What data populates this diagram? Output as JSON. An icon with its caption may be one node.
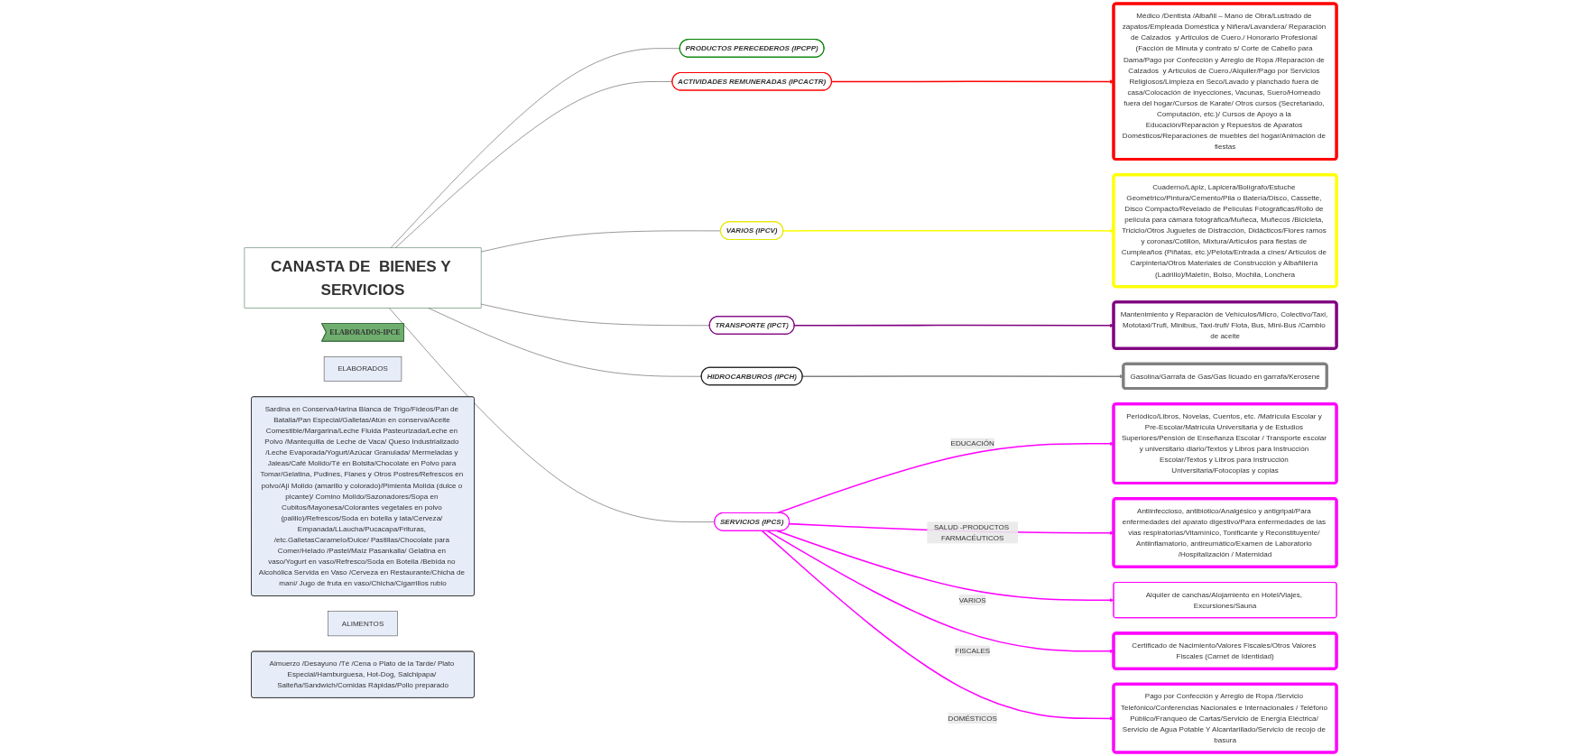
{
  "diagram": {
    "nodes": [
      {
        "text": [
          "PRODUCTOS PERECEDEROS (IPCPP)"
        ]
      },
      {
        "text": [
          "CANASTA DE  BIENES Y SERVICIOS"
        ]
      },
      {
        "text": [
          "ACTIVIDADES REMUNERADAS (IPCACTR)"
        ]
      },
      {
        "text": [
          "Médico /Dentista /Albañil – Mano de Obra/Lustrado de zapatos/Empleada Doméstica y Niñera/Lavandera/ Reparación de Calzados  y Artículos de Cuero./ Honorario Profesional (Facción de Minuta y contrato s/ Corte de Cabello para Dama/Pago por Confección y Arreglo de Ropa /Reparación de Calzados  y Artículos de Cuero./Alquiler/Pago por Servicios Religiosos/Limpieza en Seco/Lavado y planchado fuera de casa/Colocación de inyecciones, Vacunas, Suero/Horneado fuera del hogar/Cursos de Karate/ Otros cursos (Secretariado, Computación, etc.)/ Cursos de Apoyo a la Educación/Reparación y Repuestos de Aparatos Domésticos/Reparaciones de muebles del hogar/Animación de fiestas"
        ]
      },
      {
        "text": [
          "ELABORADOS-IPCE"
        ]
      },
      {
        "text": [
          "ELABORADOS"
        ]
      },
      {
        "text": [
          "Sardina en Conserva/Harina Blanca de Trigo/Fideos/Pan de Batalla/Pan Especial/Galletas/Atún en conserva/Aceite Comestible/Margarina/Leche Fluida Pasteurizada/Leche en Polvo /Mantequilla de Leche de Vaca/ Queso Industrializado /Leche Evaporada/Yogurt/Azúcar Granulada/ Mermeladas y Jaleas/Café Molido/Té en Bolsita/Chocolate en Polvo para Tomar/Gelatina, Pudines, Flanes y Otros Postres/Refrescos en polvo/Ají Molido (amarillo y colorado)/Pimienta Molida (dulce o picante)/ Comino Molido/Sazonadores/Sopa en Cubitos/Mayonesa/Colorantes vegetales en polvo (palillo)/Refrescos/Soda en botella y lata/Cerveza/ Empanada/LLaucha/Pucacapa/Frituras, /etc.GalletasCaramelo/Dulce/ Pastillas/Chocolate para Comer/Helado /Pastel/Maíz Pasankalla/ Gelatina en vaso/Yogurt en vaso/Refresco/Soda en Botella /Bebida no Alcohólica Servida en Vaso /Cerveza en Restaurante/Chicha de maní/ Jugo de fruta en vaso/Chicha/Cigarrillos rubio"
        ]
      },
      {
        "text": [
          "VARIOS (IPCV)"
        ]
      },
      {
        "text": [
          "Cuaderno/Lápiz, Lapicera/Bolígrafo/Estuche Geométrico/Pintura/Cemento/Pila o Batería/Disco, Cassette, Disco Compacto/Revelado de Películas Fotográficas/Rollo de película para cámara fotográfica/Muñeca, Muñecos /Bicicleta, Triciclo/Otros Juguetes de Distracción, Didácticos/Flores ramos y coronas/Cotillón, Mixtura/Artículos para fiestas de Cumpleaños (Piñatas, etc.)/Pelota/Entrada a cines/ Artículos de Carpinteria/Otros Materiales de Construcción y Albañilería (Ladrillo)/Maletín, Bolso, Mochila, Lonchera"
        ]
      },
      {
        "text": [
          "TRANSPORTE (IPCT)"
        ]
      },
      {
        "text": [
          "Mantenimiento y Reparación de Vehículos/Micro, Colectivo/Taxi, Mototaxi/Trufi, Minibus, Taxi-trufi/ Flota, Bus, Mini-Bus /Cambio de aceite"
        ]
      },
      {
        "text": [
          "ALIMENTOS"
        ]
      },
      {
        "text": [
          "HIDROCARBUROS (IPCH)"
        ]
      },
      {
        "text": [
          "Gasolina/Garrafa de Gas/Gas licuado en garrafa/Kerosene"
        ]
      },
      {
        "text": [
          "Almuerzo /Desayuno /Té /Cena o Plato de la Tarde/ Plato Especial/Hamburguesa, Hot-Dog, Salchipapa/ Salteña/Sandwich/Comidas Rápidas/Pollo preparado"
        ]
      },
      {
        "text": [
          "Periódico/Libros, Novelas, Cuentos, etc. /Matrícula Escolar y Pre-Escolar/Matrícula Universitaria y de Estudios Superiores/Pensión de Enseñanza Escolar / Transporte escolar y universitario diario/Textos y Libros para Instrucción Escolar/Textos y Libros para Instrucción Universitaria/Fotocopias y copias"
        ]
      },
      {
        "text": [
          "SERVICIOS (IPCS)"
        ]
      },
      {
        "text": [
          "Antiinfeccioso, antibiótico/Analgésico y antigripal/Para enfermedades del aparato digestivo/Para enfermedades de las vias respiratorias/Vitamínico, Tonificante y Reconstituyente/ Antiinflamatorio, antireumático/Examen de Laboratorio /Hospitalización / Maternidad"
        ]
      },
      {
        "text": [
          "Certificado de Nacimiento/Valores Fiscales/Otros Valores Fiscales (Carnet de Identidad)"
        ]
      },
      {
        "text": [
          "Alquiler de canchas/Alojamiento en Hotel/Viajes, Excursiones/Sauna"
        ]
      },
      {
        "text": [
          "Pago por Confección y Arreglo de Ropa /Servicio Telefónico/Conferencias Nacionales e Internacionales / Teléfono Público/Franqueo de Cartas/Servicio de Energía Eléctrica/ Servicio de Agua Potable Y Alcantarillado/Servicio de recojo de basura"
        ]
      }
    ],
    "edges": [
      {
        "from": 1,
        "to": 0,
        "arrow": "none"
      },
      {
        "from": 1,
        "to": 2,
        "arrow": "none"
      },
      {
        "from": 1,
        "to": 7,
        "arrow": "none"
      },
      {
        "from": 1,
        "to": 9,
        "arrow": "none"
      },
      {
        "from": 1,
        "to": 12,
        "arrow": "none"
      },
      {
        "from": 1,
        "to": 16,
        "arrow": "none"
      },
      {
        "from": 2,
        "to": 3,
        "arrow": "to",
        "color": "#ff0000"
      },
      {
        "from": 7,
        "to": 8,
        "arrow": "to",
        "color": "#ffff00"
      },
      {
        "from": 9,
        "to": 10,
        "arrow": "to",
        "color": "#800080"
      },
      {
        "from": 12,
        "to": 13,
        "arrow": "to",
        "color": "#808080"
      },
      {
        "from": 16,
        "to": 15,
        "arrow": "to",
        "label": "EDUCACIÓN",
        "color": "#ff00ff"
      },
      {
        "from": 16,
        "to": 17,
        "arrow": "to",
        "label": "SALUD -PRODUCTOS FARMACÉUTICOS",
        "color": "#ff00ff"
      },
      {
        "from": 16,
        "to": 19,
        "arrow": "to",
        "label": "VARIOS",
        "color": "#ff00ff"
      },
      {
        "from": 16,
        "to": 18,
        "arrow": "to",
        "label": "FISCALES",
        "color": "#ff00ff"
      },
      {
        "from": 16,
        "to": 20,
        "arrow": "to",
        "label": "DOMÉSTICOS",
        "color": "#ff00ff"
      }
    ]
  }
}
